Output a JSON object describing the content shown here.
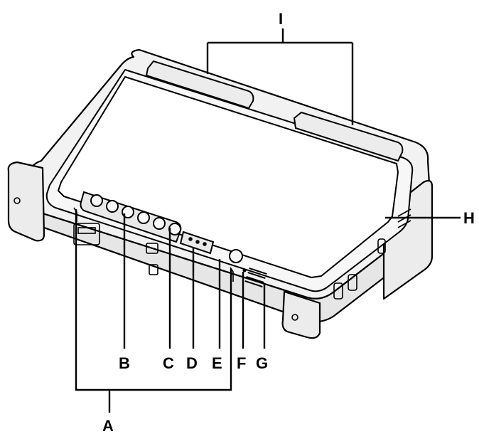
{
  "callouts": {
    "A": "A",
    "B": "B",
    "C": "C",
    "D": "D",
    "E": "E",
    "F": "F",
    "G": "G",
    "H": "H",
    "I": "I"
  },
  "colors": {
    "line": "#000000",
    "bezel": "#f2f2f2",
    "screen": "#ffffff",
    "label": "#000000"
  }
}
